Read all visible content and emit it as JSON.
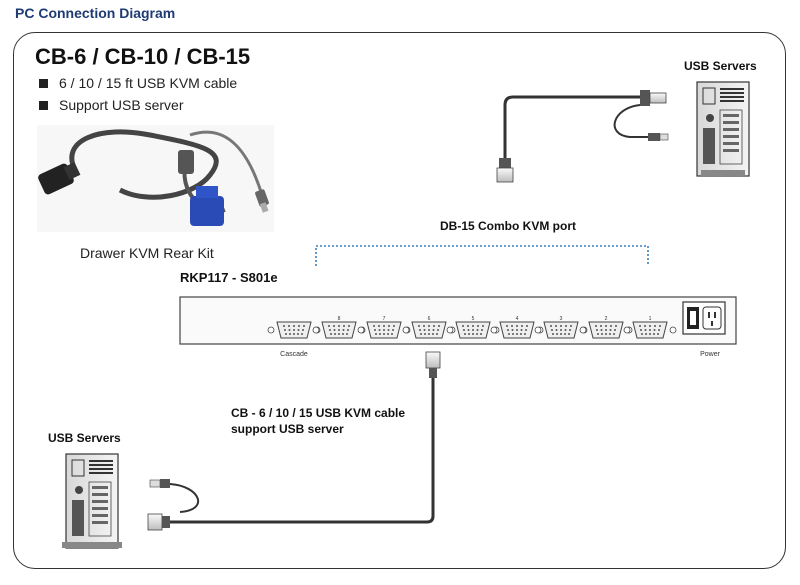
{
  "header": {
    "title": "PC Connection Diagram"
  },
  "cable": {
    "title": "CB-6 / CB-10 / CB-15",
    "features": [
      "6 / 10 / 15 ft USB KVM cable",
      "Support USB server"
    ],
    "kit_caption": "Drawer KVM Rear Kit"
  },
  "servers": {
    "top_label": "USB Servers",
    "bottom_label": "USB Servers"
  },
  "kvm": {
    "port_heading": "DB-15 Combo KVM port",
    "model": "RKP117 - S801e",
    "cascade_label": "Cascade",
    "power_label": "Power",
    "port_numbers": [
      "8",
      "7",
      "6",
      "5",
      "4",
      "3",
      "2",
      "1"
    ]
  },
  "connection": {
    "note_line1": "CB - 6 / 10 / 15 USB KVM cable",
    "note_line2": "support USB server"
  }
}
